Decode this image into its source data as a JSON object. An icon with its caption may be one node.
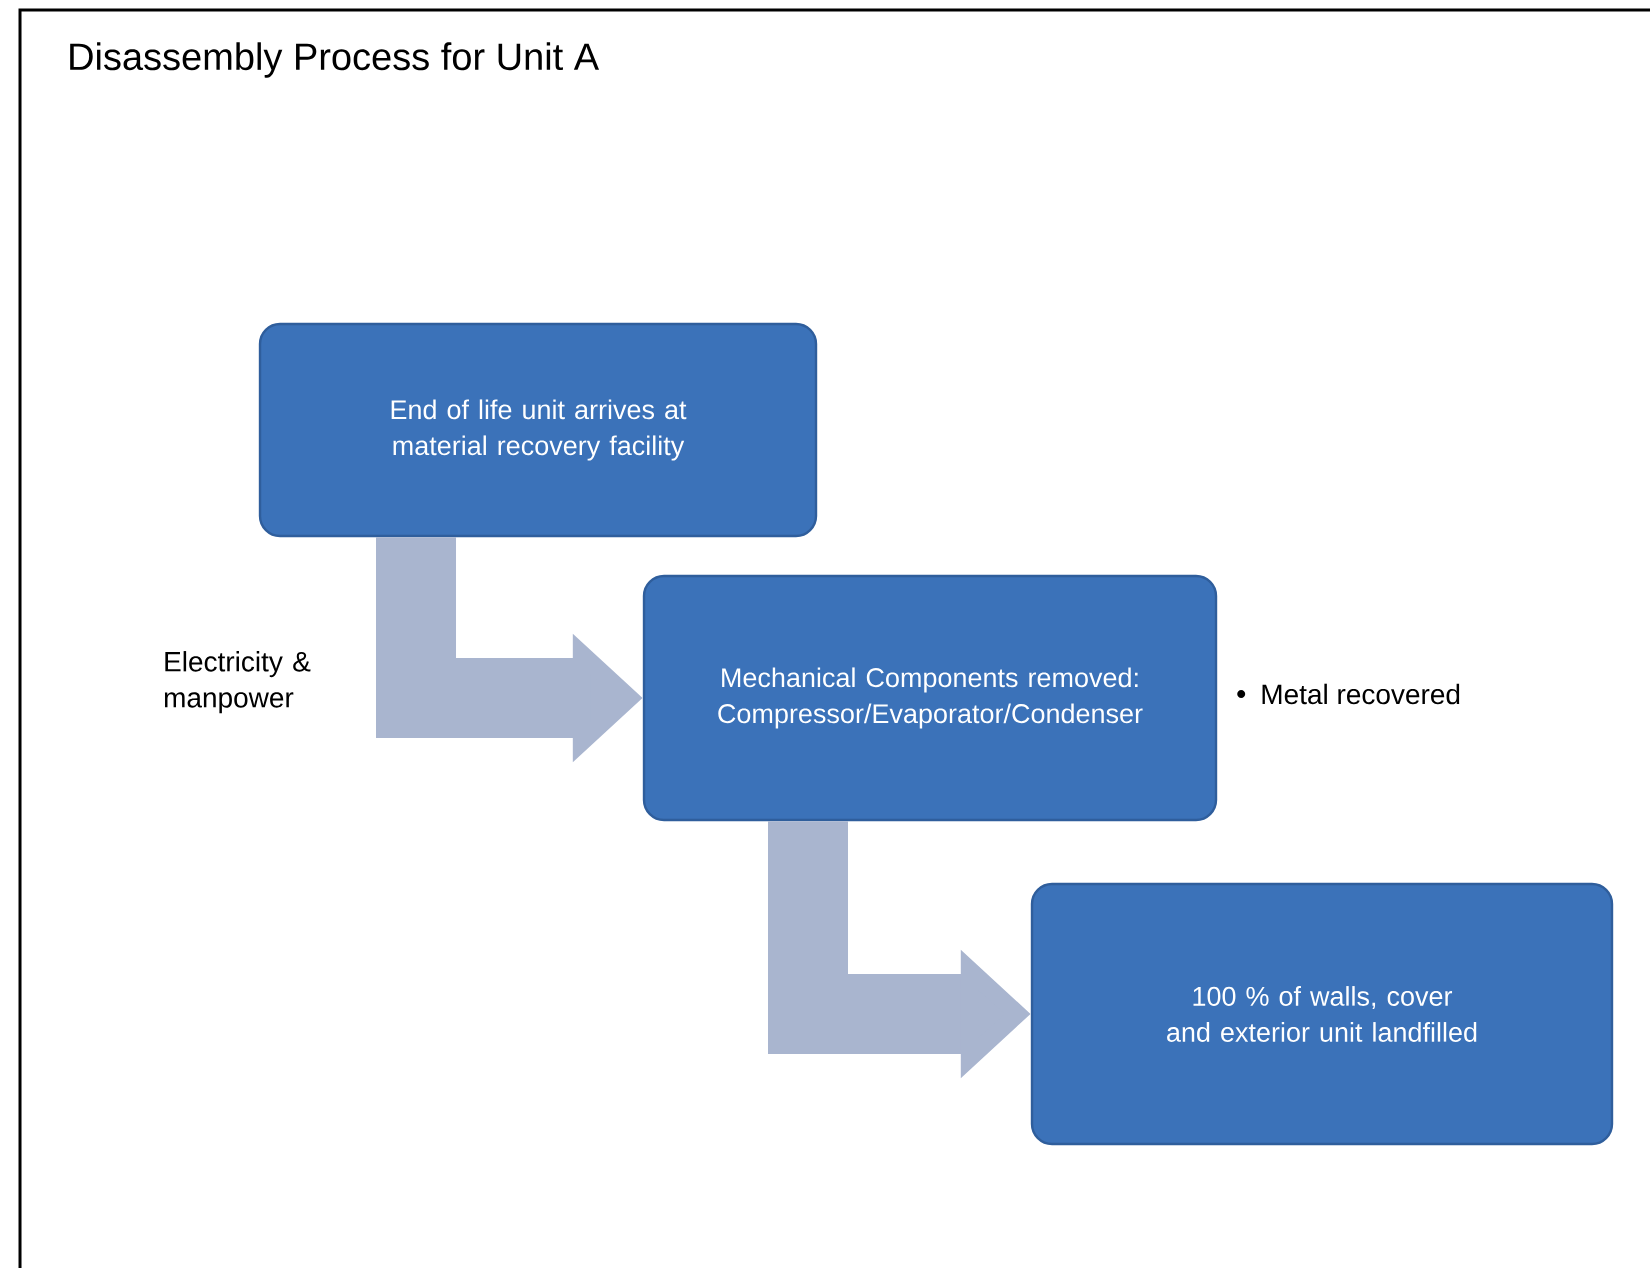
{
  "diagram": {
    "title": "Disassembly Process for Unit A",
    "nodes": [
      {
        "text": [
          "End of life unit arrives at material recovery facility"
        ]
      },
      {
        "text": [
          "Mechanical Components removed: Compressor/Evaporator/Condenser"
        ],
        "beside": [
          "Metal recovered"
        ]
      },
      {
        "text": [
          "100 % of walls, cover and exterior unit landfilled"
        ]
      }
    ],
    "edges": [
      {
        "from": 0,
        "to": 1,
        "arrow": "to"
      },
      {
        "from": 1,
        "to": 2,
        "arrow": "to"
      }
    ],
    "labels": [
      "Electricity & manpower"
    ]
  }
}
